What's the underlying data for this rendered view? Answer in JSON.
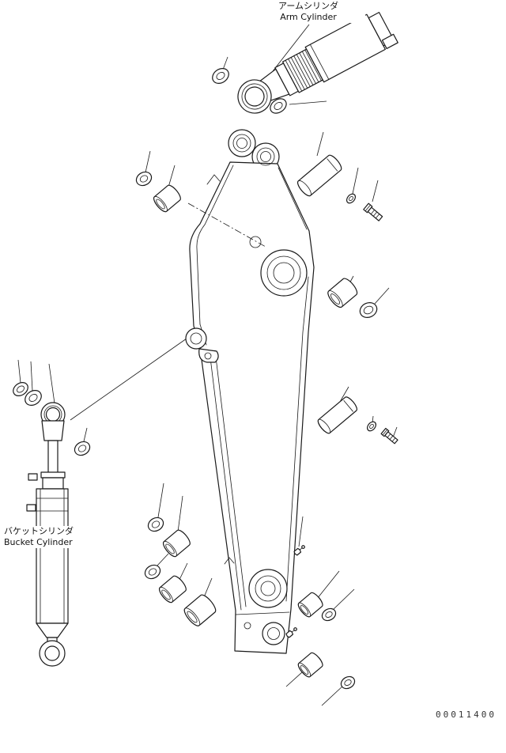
{
  "colors": {
    "ink": "#1a1a1a",
    "background": "#ffffff"
  },
  "labels": {
    "arm_cylinder": {
      "jp": "アームシリンダ",
      "en": "Arm Cylinder"
    },
    "bucket_cylinder": {
      "jp": "バケットシリンダ",
      "en": "Bucket Cylinder"
    }
  },
  "footer": {
    "drawing_number": "00011400"
  }
}
